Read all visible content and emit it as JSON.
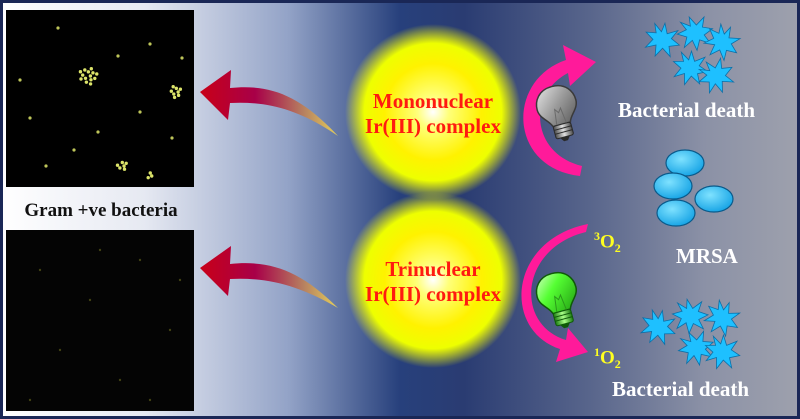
{
  "labels": {
    "mononuclear_line1": "Mononuclear",
    "mononuclear_line2": "Ir(III) complex",
    "trinuclear_line1": "Trinuclear",
    "trinuclear_line2": "Ir(III) complex",
    "gram_positive": "Gram +ve bacteria",
    "bacterial_death_top": "Bacterial death",
    "bacterial_death_bottom": "Bacterial death",
    "mrsa": "MRSA",
    "triplet_oxygen": {
      "sup": "3",
      "base": "O",
      "sub": "2"
    },
    "singlet_oxygen": {
      "sup": "1",
      "base": "O",
      "sub": "2"
    }
  },
  "icons": [
    "bulb-off-icon",
    "bulb-on-icon",
    "dead-bacteria-icon",
    "mrsa-cells-icon",
    "curved-arrow-icon"
  ],
  "colors": {
    "glow": "#fff000",
    "red_text": "#ff1a10",
    "arrow_red": "#c80018",
    "arrow_pink": "#ff1a9a",
    "burst": "#1ec0ff",
    "mrsa_cell": "#2ec0f4",
    "bulb_green": "#55ff33",
    "bulb_grey": "#9b9b9b"
  }
}
